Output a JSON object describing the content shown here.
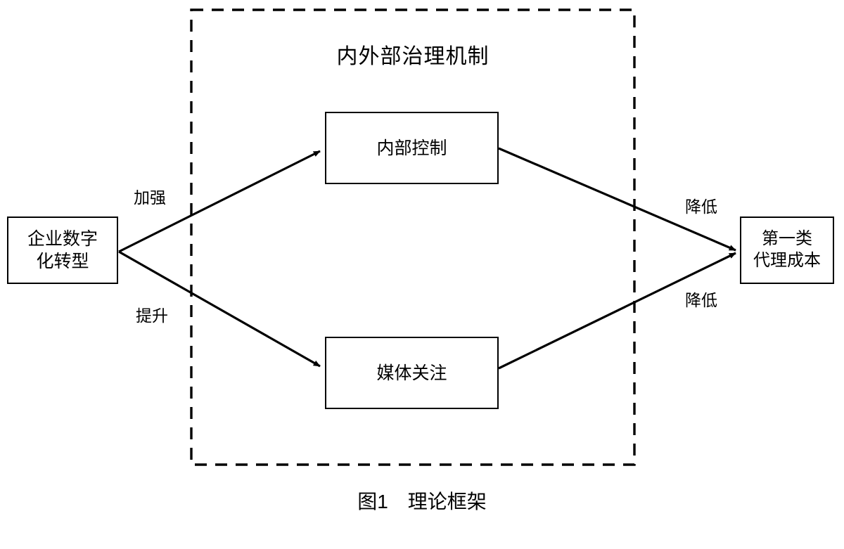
{
  "figure": {
    "caption": "图1　理论框架",
    "governance_region_title": "内外部治理机制",
    "region_style": "dashed-rectangle",
    "colors": {
      "stroke": "#000000",
      "fill": "#ffffff",
      "text": "#000000",
      "background": "#ffffff"
    }
  },
  "nodes": {
    "digital_transformation": {
      "label": "企业数字\n化转型"
    },
    "internal_control": {
      "label": "内部控制"
    },
    "media_attention": {
      "label": "媒体关注"
    },
    "agency_cost": {
      "label": "第一类\n代理成本"
    }
  },
  "edges": [
    {
      "id": "dt-to-ic",
      "from": "digital_transformation",
      "to": "internal_control",
      "label": "加强"
    },
    {
      "id": "dt-to-ma",
      "from": "digital_transformation",
      "to": "media_attention",
      "label": "提升"
    },
    {
      "id": "ic-to-ac",
      "from": "internal_control",
      "to": "agency_cost",
      "label": "降低"
    },
    {
      "id": "ma-to-ac",
      "from": "media_attention",
      "to": "agency_cost",
      "label": "降低"
    }
  ],
  "edge_labels": {
    "strengthen": "加强",
    "improve": "提升",
    "reduce_top": "降低",
    "reduce_bottom": "降低"
  }
}
